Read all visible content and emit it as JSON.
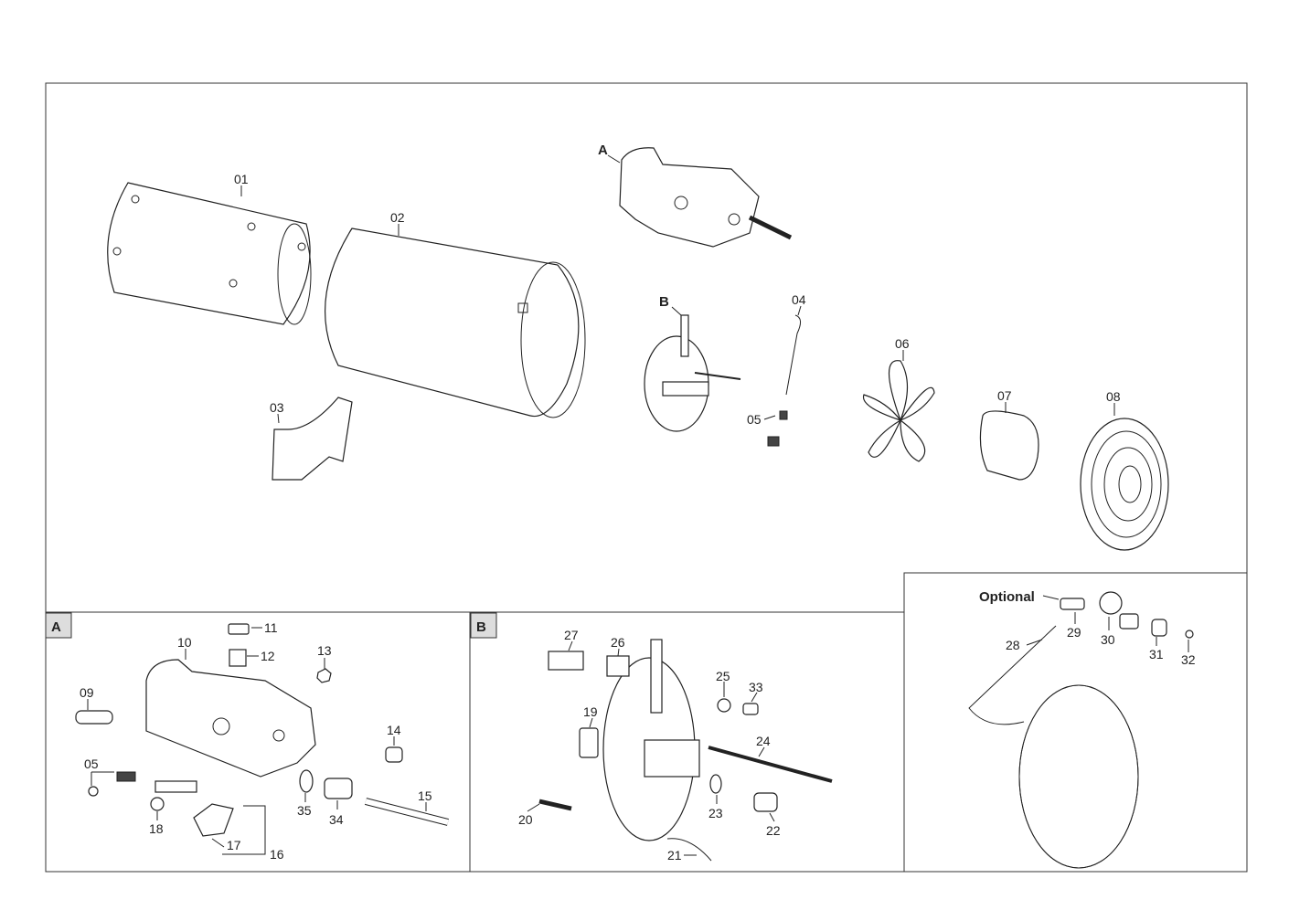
{
  "main": {
    "callouts": {
      "A": "A",
      "B": "B"
    },
    "labels": [
      "01",
      "02",
      "03",
      "04",
      "05",
      "06",
      "07",
      "08"
    ]
  },
  "panel_a": {
    "tag": "A",
    "labels": {
      "p09": "09",
      "p10": "10",
      "p11": "11",
      "p12": "12",
      "p13": "13",
      "p14": "14",
      "p15": "15",
      "p16": "16",
      "p17": "17",
      "p18": "18",
      "p05": "05",
      "p34": "34",
      "p35": "35"
    }
  },
  "panel_b": {
    "tag": "B",
    "labels": {
      "p19": "19",
      "p20": "20",
      "p21": "21",
      "p22": "22",
      "p23": "23",
      "p24": "24",
      "p25": "25",
      "p26": "26",
      "p27": "27",
      "p33": "33"
    }
  },
  "panel_optional": {
    "title": "Optional",
    "labels": {
      "p28": "28",
      "p29": "29",
      "p30": "30",
      "p31": "31",
      "p32": "32"
    }
  }
}
